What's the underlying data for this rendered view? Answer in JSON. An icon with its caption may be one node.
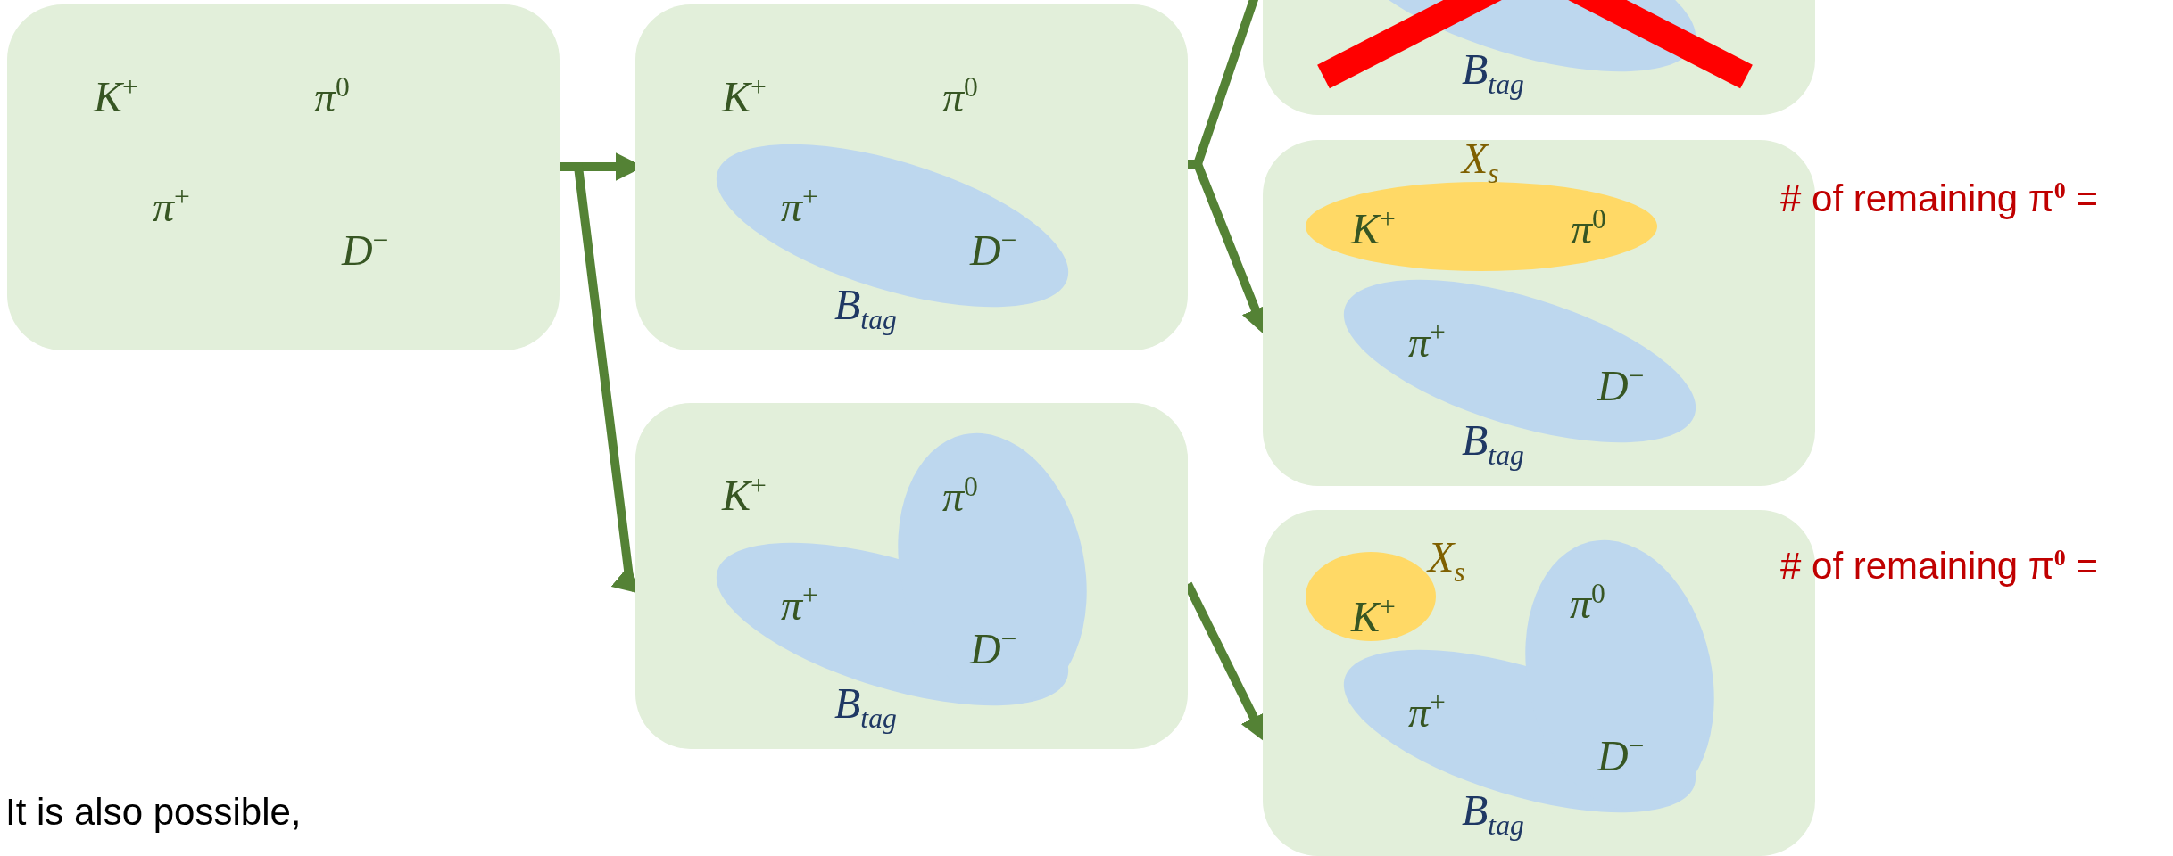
{
  "diagram": {
    "nodes": [
      {
        "text": [
          "K$^{+}$",
          "π$^{0}$",
          "π$^{+}$",
          "D$^{−}$"
        ]
      },
      {
        "text": [
          "K$^{+}$",
          "π$^{0}$"
        ]
      },
      {
        "text": [
          "π$^{+}$",
          "D$^{−}$",
          "B$_{tag}$"
        ],
        "in": 1
      },
      {
        "text": [
          "K$^{+}$"
        ]
      },
      {
        "text": [
          "π$^{0}$",
          "π$^{+}$",
          "D$^{−}$",
          "B$_{tag}$"
        ],
        "in": 3
      },
      {
        "text": [],
        "shape": "box"
      },
      {
        "text": [
          "B$_{tag}$"
        ],
        "in": 5
      },
      {
        "text": [],
        "shape": "box"
      },
      {
        "text": [
          "X$_{s}$",
          "K$^{+}$",
          "π$^{0}$"
        ],
        "in": 7
      },
      {
        "text": [
          "π$^{+}$",
          "D$^{−}$",
          "B$_{tag}$"
        ],
        "in": 7
      },
      {
        "text": [],
        "shape": "box"
      },
      {
        "text": [
          "X$_{s}$",
          "K$^{+}$"
        ],
        "in": 10
      },
      {
        "text": [
          "π$^{0}$",
          "π$^{+}$",
          "D$^{−}$",
          "B$_{tag}$"
        ],
        "in": 10
      }
    ],
    "edges": [
      {
        "from": 0,
        "to": 1,
        "arrow": "to"
      },
      {
        "from": 0,
        "to": 3,
        "arrow": "to"
      },
      {
        "from": 1,
        "to": 5,
        "arrow": "to"
      },
      {
        "from": 1,
        "to": 7,
        "arrow": "to"
      },
      {
        "from": 3,
        "to": 10,
        "arrow": "to"
      }
    ],
    "labels": [
      "# of remaining π$^{0}$ =",
      "# of remaining π$^{0}$ =",
      "It is also possible,"
    ]
  }
}
